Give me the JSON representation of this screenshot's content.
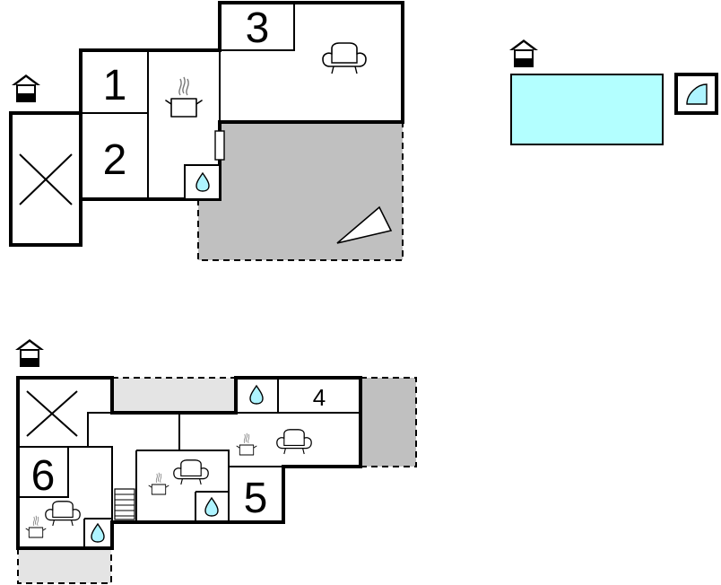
{
  "rooms": {
    "r1": "1",
    "r2": "2",
    "r3": "3",
    "r4": "4",
    "r5": "5",
    "r6": "6"
  },
  "colors": {
    "terrace": "#c0c0c0",
    "terrace_light": "#e4e4e4",
    "pool": "#b3ffff",
    "water": "#aef4ff",
    "wall": "#000000"
  },
  "icons": [
    "house-icon",
    "bedroom-icon",
    "kitchen-pot-icon",
    "sofa-icon",
    "water-drop-icon",
    "sail-icon",
    "sauna-icon",
    "stairs-icon"
  ]
}
